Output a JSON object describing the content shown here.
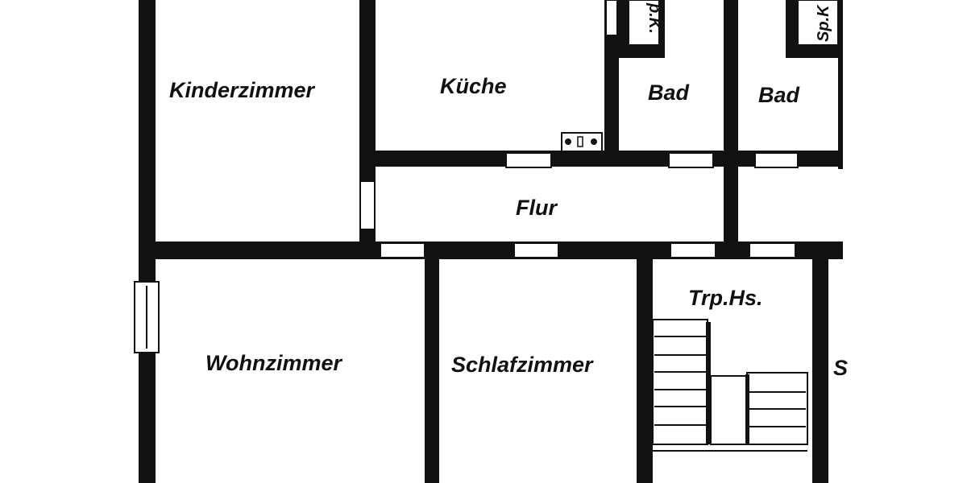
{
  "rooms": {
    "kinderzimmer": "Kinderzimmer",
    "kueche": "Küche",
    "bad1": "Bad",
    "bad2": "Bad",
    "flur": "Flur",
    "wohnzimmer": "Wohnzimmer",
    "schlafzimmer": "Schlafzimmer",
    "treppenhaus": "Trp.Hs.",
    "partial_right": "S"
  },
  "closets": {
    "left": "p.K.",
    "right": "Sp.K"
  },
  "colors": {
    "wall": "#111111",
    "background": "#ffffff"
  }
}
